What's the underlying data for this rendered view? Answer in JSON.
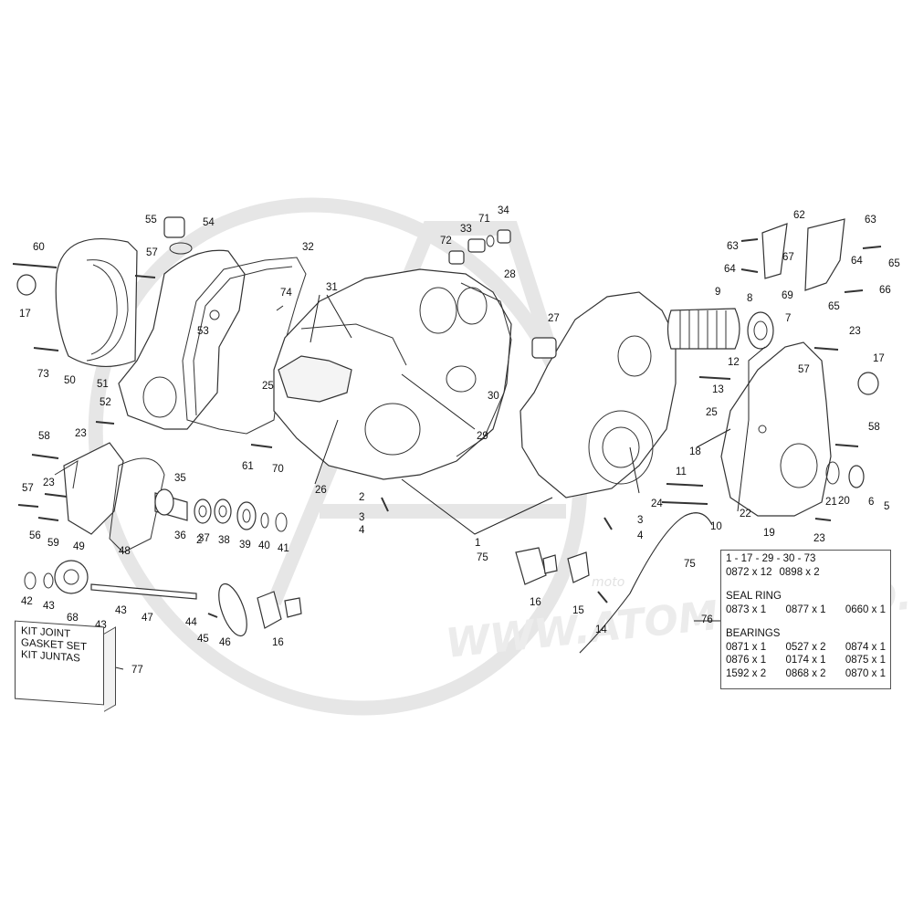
{
  "watermark": {
    "site": "WWW.ATOMICMOTO.FR",
    "logo_text": "moto"
  },
  "part_labels": [
    "1",
    "2",
    "3",
    "4",
    "5",
    "6",
    "7",
    "8",
    "9",
    "10",
    "11",
    "12",
    "13",
    "14",
    "15",
    "16",
    "16",
    "17",
    "17",
    "18",
    "19",
    "20",
    "21",
    "22",
    "23",
    "23",
    "23",
    "23",
    "24",
    "25",
    "25",
    "26",
    "27",
    "28",
    "29",
    "30",
    "31",
    "32",
    "33",
    "34",
    "35",
    "36",
    "37",
    "38",
    "39",
    "40",
    "41",
    "42",
    "43",
    "43",
    "43",
    "44",
    "45",
    "46",
    "47",
    "48",
    "49",
    "50",
    "51",
    "52",
    "53",
    "54",
    "55",
    "56",
    "57",
    "57",
    "57",
    "58",
    "58",
    "59",
    "60",
    "61",
    "62",
    "63",
    "63",
    "64",
    "64",
    "65",
    "65",
    "66",
    "67",
    "68",
    "69",
    "70",
    "71",
    "72",
    "73",
    "74",
    "75",
    "75",
    "76",
    "77",
    "2",
    "3",
    "4"
  ],
  "kit_box": {
    "lines": [
      "KIT JOINT",
      "GASKET SET",
      "KIT JUNTAS"
    ]
  },
  "info_box": {
    "line1": "1 - 17 - 29 - 30 - 73",
    "line2_a": "0872 x 12",
    "line2_b": "0898 x 2",
    "seal_title": "SEAL RING",
    "seal": [
      "0873 x 1",
      "0877 x 1",
      "0660 x 1"
    ],
    "bearings_title": "BEARINGS",
    "bearings": [
      [
        "0871 x 1",
        "0527 x 2",
        "0874 x 1"
      ],
      [
        "0876 x 1",
        "0174 x 1",
        "0875 x 1"
      ],
      [
        "1592 x 2",
        "0868 x 2",
        "0870 x 1"
      ]
    ]
  }
}
